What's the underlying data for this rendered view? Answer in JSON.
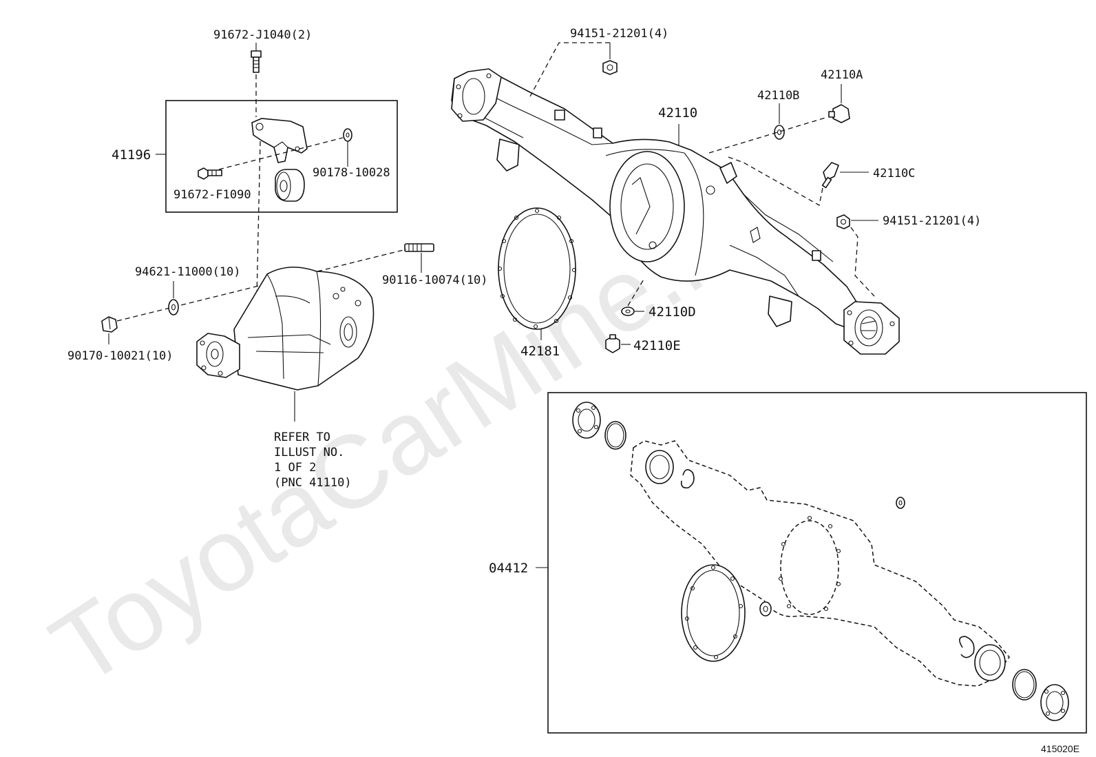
{
  "watermark": "ToyotaCarMine.ru",
  "figure_code": "415020E",
  "labels": {
    "p91672_j1040": "91672-J1040(2)",
    "p41196": "41196",
    "p90178_10028": "90178-10028",
    "p91672_f1090": "91672-F1090",
    "p94621_11000": "94621-11000(10)",
    "p90116_10074": "90116-10074(10)",
    "p90170_10021": "90170-10021(10)",
    "refer_line1": "REFER TO",
    "refer_line2": "ILLUST NO.",
    "refer_line3": "1 OF 2",
    "refer_line4": "(PNC 41110)",
    "p94151_top": "94151-21201(4)",
    "p42110": "42110",
    "p42110b": "42110B",
    "p42110a": "42110A",
    "p42110c": "42110C",
    "p94151_right": "94151-21201(4)",
    "p42110d": "42110D",
    "p42110e": "42110E",
    "p42181": "42181",
    "p04412": "04412"
  }
}
